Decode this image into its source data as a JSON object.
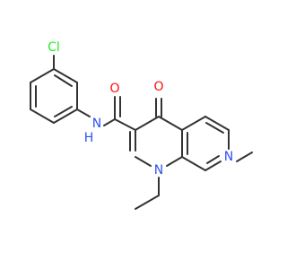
{
  "molecule": {
    "colors": {
      "bond": "#333333",
      "O": "#ff0d0d",
      "N": "#3050f8",
      "Cl": "#1ff01f",
      "background": "#ffffff"
    },
    "labels": {
      "cl": "Cl",
      "nh": "N",
      "nh_h": "H",
      "o_amide": "O",
      "o_ketone": "O",
      "n1": "N",
      "n8": "N"
    }
  }
}
